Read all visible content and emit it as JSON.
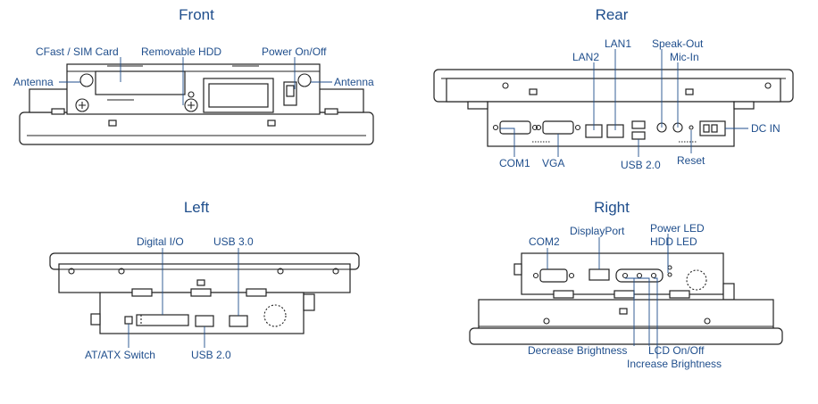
{
  "views": {
    "front": {
      "title": "Front",
      "labels": {
        "cfast": "CFast / SIM Card",
        "hdd": "Removable HDD",
        "power": "Power On/Off",
        "antenna_left": "Antenna",
        "antenna_right": "Antenna"
      }
    },
    "rear": {
      "title": "Rear",
      "labels": {
        "lan1": "LAN1",
        "lan2": "LAN2",
        "speak_out": "Speak-Out",
        "mic_in": "Mic-In",
        "dc_in": "DC IN",
        "com1": "COM1",
        "vga": "VGA",
        "usb20": "USB 2.0",
        "reset": "Reset"
      }
    },
    "left": {
      "title": "Left",
      "labels": {
        "digital_io": "Digital I/O",
        "usb30": "USB 3.0",
        "at_atx": "AT/ATX Switch",
        "usb20": "USB 2.0"
      }
    },
    "right": {
      "title": "Right",
      "labels": {
        "com2": "COM2",
        "displayport": "DisplayPort",
        "power_led": "Power LED",
        "hdd_led": "HDD LED",
        "decrease_brightness": "Decrease Brightness",
        "lcd_onoff": "LCD On/Off",
        "increase_brightness": "Increase Brightness"
      }
    }
  },
  "colors": {
    "label": "#1f4e8c",
    "device": "#222222"
  }
}
